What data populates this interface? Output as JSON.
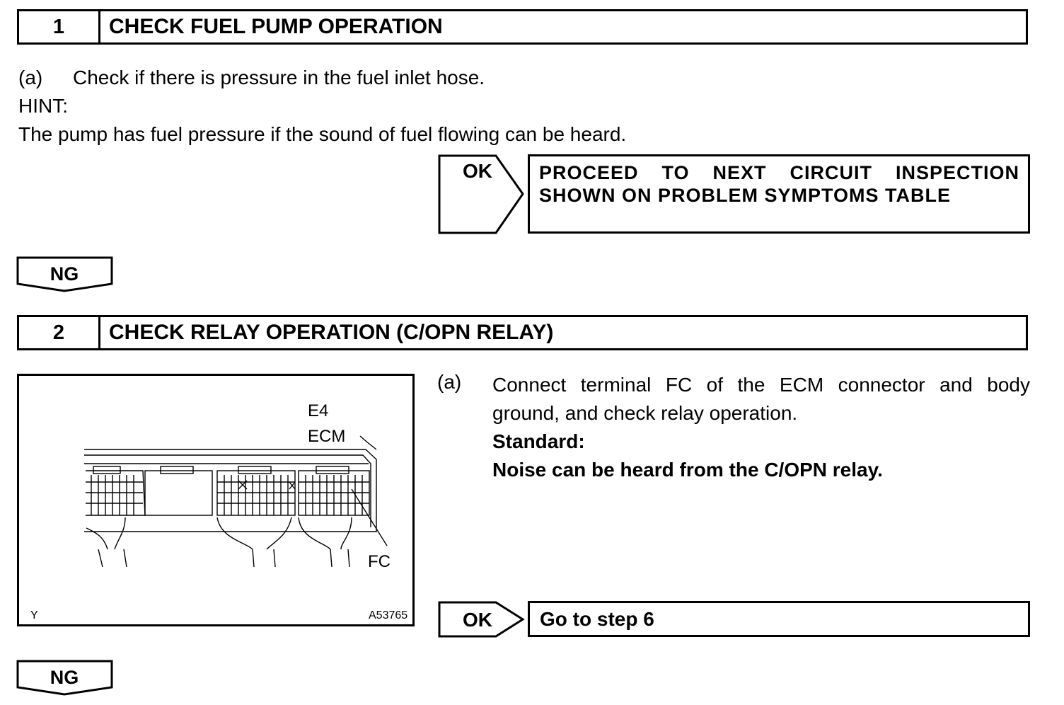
{
  "step1": {
    "number": "1",
    "title": "CHECK FUEL PUMP OPERATION",
    "item_a_label": "(a)",
    "item_a_text": "Check if there is pressure in the fuel inlet hose.",
    "hint_label": "HINT:",
    "hint_text": "The pump has fuel pressure if the sound of fuel flowing can be heard.",
    "ok_label": "OK",
    "ok_result_line1": "PROCEED TO NEXT CIRCUIT INSPECTION",
    "ok_result_line2": "SHOWN ON PROBLEM SYMPTOMS TABLE",
    "ng_label": "NG"
  },
  "step2": {
    "number": "2",
    "title": "CHECK RELAY OPERATION (C/OPN RELAY)",
    "figure": {
      "connector_label": "E4",
      "ecm_label": "ECM",
      "terminal_label": "FC",
      "corner_label": "Y",
      "figure_id": "A53765"
    },
    "item_a_label": "(a)",
    "item_a_line1": "Connect terminal FC of the ECM connector and body",
    "item_a_line2": "ground, and check relay operation.",
    "standard_label": "Standard:",
    "standard_text": "Noise can be heard from the C/OPN relay.",
    "ok_label": "OK",
    "ok_result": "Go to step 6",
    "ng_label": "NG"
  }
}
